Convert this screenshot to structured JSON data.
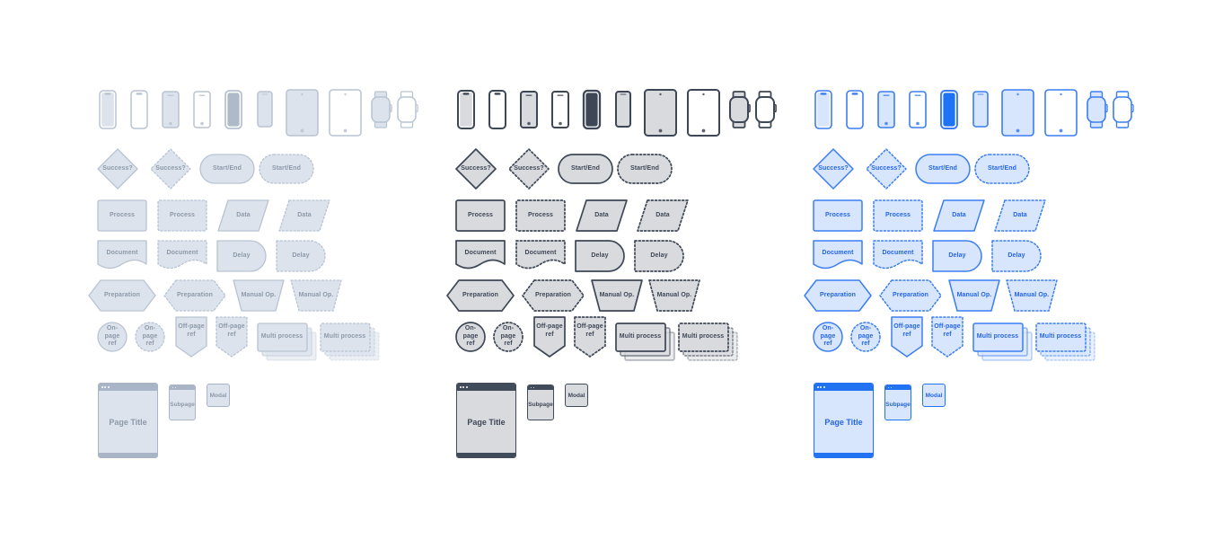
{
  "app": {
    "description": "Flowchart and device wireframe stencil library shown in three color themes"
  },
  "stencils": [
    {
      "name": "decision",
      "label": "Success?",
      "variants": [
        "solid",
        "dashed"
      ]
    },
    {
      "name": "terminator",
      "label": "Start/End",
      "variants": [
        "solid",
        "dashed"
      ]
    },
    {
      "name": "process",
      "label": "Process",
      "variants": [
        "solid",
        "dashed"
      ]
    },
    {
      "name": "data",
      "label": "Data",
      "variants": [
        "solid",
        "dashed"
      ]
    },
    {
      "name": "document",
      "label": "Document",
      "variants": [
        "solid",
        "dashed"
      ]
    },
    {
      "name": "delay",
      "label": "Delay",
      "variants": [
        "solid",
        "dashed"
      ]
    },
    {
      "name": "preparation",
      "label": "Preparation",
      "variants": [
        "solid",
        "dashed"
      ]
    },
    {
      "name": "manual-operation",
      "label": "Manual Op.",
      "variants": [
        "solid",
        "dashed"
      ]
    },
    {
      "name": "on-page-reference",
      "label": "On-page ref",
      "variants": [
        "solid",
        "dashed"
      ]
    },
    {
      "name": "off-page-reference",
      "label": "Off-page ref",
      "variants": [
        "solid",
        "dashed"
      ]
    },
    {
      "name": "multi-process",
      "label": "Multi process",
      "variants": [
        "solid",
        "dashed"
      ]
    }
  ],
  "windows": {
    "browser_label": "Page Title",
    "subpage_label": "Subpage",
    "modal_label": "Modal"
  },
  "devices": [
    "smartphone-notch-filled",
    "smartphone-notch-outline",
    "smartphone-classic-filled",
    "smartphone-classic-outline",
    "smartphone-accent-screen",
    "smartphone-compact",
    "tablet-filled",
    "tablet-outline",
    "smartwatch-filled",
    "smartwatch-outline"
  ],
  "palettes": [
    {
      "id": "muted-gray",
      "colors": {
        "fill": "#dce3ec",
        "stroke": "#b8c3d2",
        "text": "#8d99aa",
        "accent": "#aebaca",
        "bar": "#a9b5c6",
        "white": "#ffffff"
      }
    },
    {
      "id": "dark-outline",
      "colors": {
        "fill": "#d8dade",
        "stroke": "#3e4756",
        "text": "#3e4756",
        "accent": "#3e4756",
        "bar": "#424b5a",
        "white": "#ffffff"
      }
    },
    {
      "id": "blue",
      "colors": {
        "fill": "#d8e6fd",
        "stroke": "#3b7ef2",
        "text": "#2465e6",
        "accent": "#1d73f4",
        "bar": "#2273f2",
        "white": "#ffffff"
      }
    }
  ]
}
